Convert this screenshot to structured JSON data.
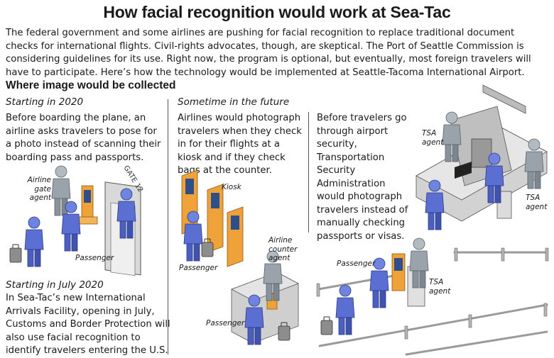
{
  "title": "How facial recognition would work at Sea-Tac",
  "intro": "The federal government and some airlines are pushing for facial recognition to replace traditional document checks for international flights. Civil-rights advocates, though, are skeptical. The Port of Seattle Commission is considering guidelines for its use. Right now, the program is optional, but eventually, most foreign travelers will have to participate. Here’s how the technology would be implemented at Seattle-Tacoma International Airport.",
  "subhead": "Where image would be collected",
  "sections": {
    "gate": {
      "title": "Starting in 2020",
      "body": "Before boarding the plane, an airline asks travelers to pose for a photo instead of scanning their boarding pass and passports."
    },
    "arrivals": {
      "title": "Starting in July 2020",
      "body": "In Sea-Tac’s new International Arrivals Facility, opening in July, Customs and Border Protection will also use facial recognition to identify travelers entering the U.S."
    },
    "checkin": {
      "title": "Sometime in the future",
      "body": "Airlines would photograph travelers when they check in for their flights at a kiosk and if they check bags at the counter."
    },
    "security": {
      "body": "Before travelers go through airport security, Transportation Security Administration would photograph travelers instead of manually checking passports or visas."
    }
  },
  "labels": {
    "airline_gate_agent": "Airline gate agent",
    "gate_sign": "GATE 12",
    "passenger_gate": "Passenger",
    "kiosk": "Kiosk",
    "passenger_kiosk": "Passenger",
    "airline_counter_agent": "Airline counter agent",
    "passenger_counter": "Passenger",
    "tsa_agent_1": "TSA agent",
    "tsa_agent_2": "TSA agent",
    "passenger_tsa": "Passenger",
    "tsa_agent_3": "TSA agent"
  },
  "colors": {
    "passenger_blue": "#5a6fd1",
    "agent_gray": "#9aa3ab",
    "kiosk_orange": "#f0a23a",
    "machine_gray": "#c9c9c9"
  }
}
